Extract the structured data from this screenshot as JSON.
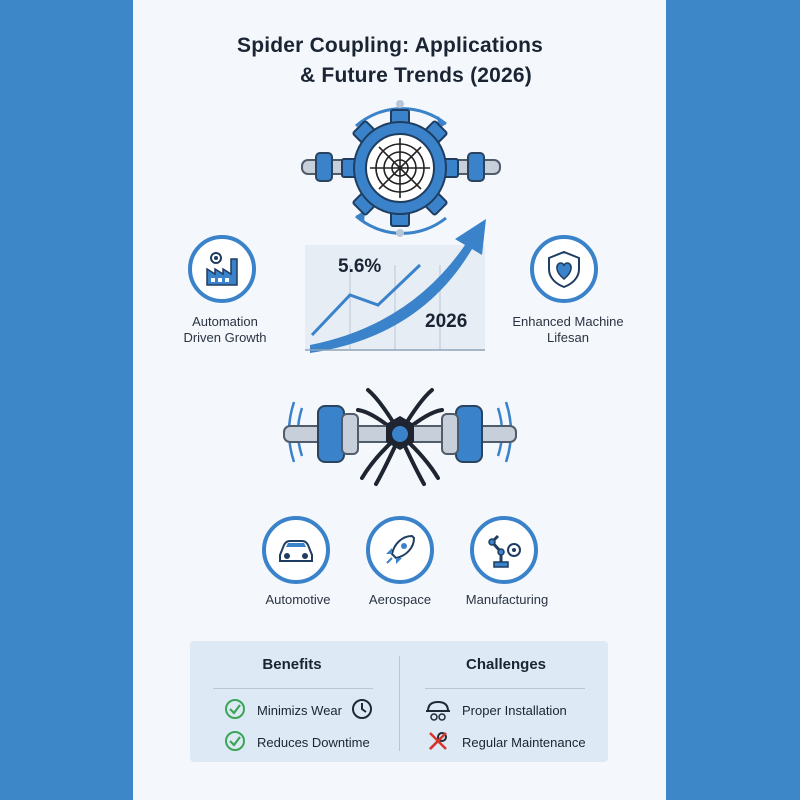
{
  "title": {
    "line1": "Spider Coupling: Applications",
    "line2": "& Future Trends (2026)"
  },
  "growth": {
    "rate_label": "5.6%",
    "year_label": "2026",
    "left_caption_line1": "Automation",
    "left_caption_line2": "Driven Growth",
    "right_caption_line1": "Enhanced Machine",
    "right_caption_line2": "Lifesan"
  },
  "applications": [
    {
      "label": "Automotive",
      "icon": "car-icon"
    },
    {
      "label": "Aerospace",
      "icon": "rocket-icon"
    },
    {
      "label": "Manufacturing",
      "icon": "robot-arm-icon"
    }
  ],
  "benefits": {
    "heading": "Benefits",
    "items": [
      "Minimizs Wear",
      "Reduces Downtime"
    ]
  },
  "challenges": {
    "heading": "Challenges",
    "items": [
      "Proper Installation",
      "Regular Maintenance"
    ]
  },
  "colors": {
    "background": "#3d87c8",
    "panel": "#f4f7fb",
    "accent": "#3a82c9",
    "check": "#3aa655",
    "warning": "#d9342b"
  }
}
